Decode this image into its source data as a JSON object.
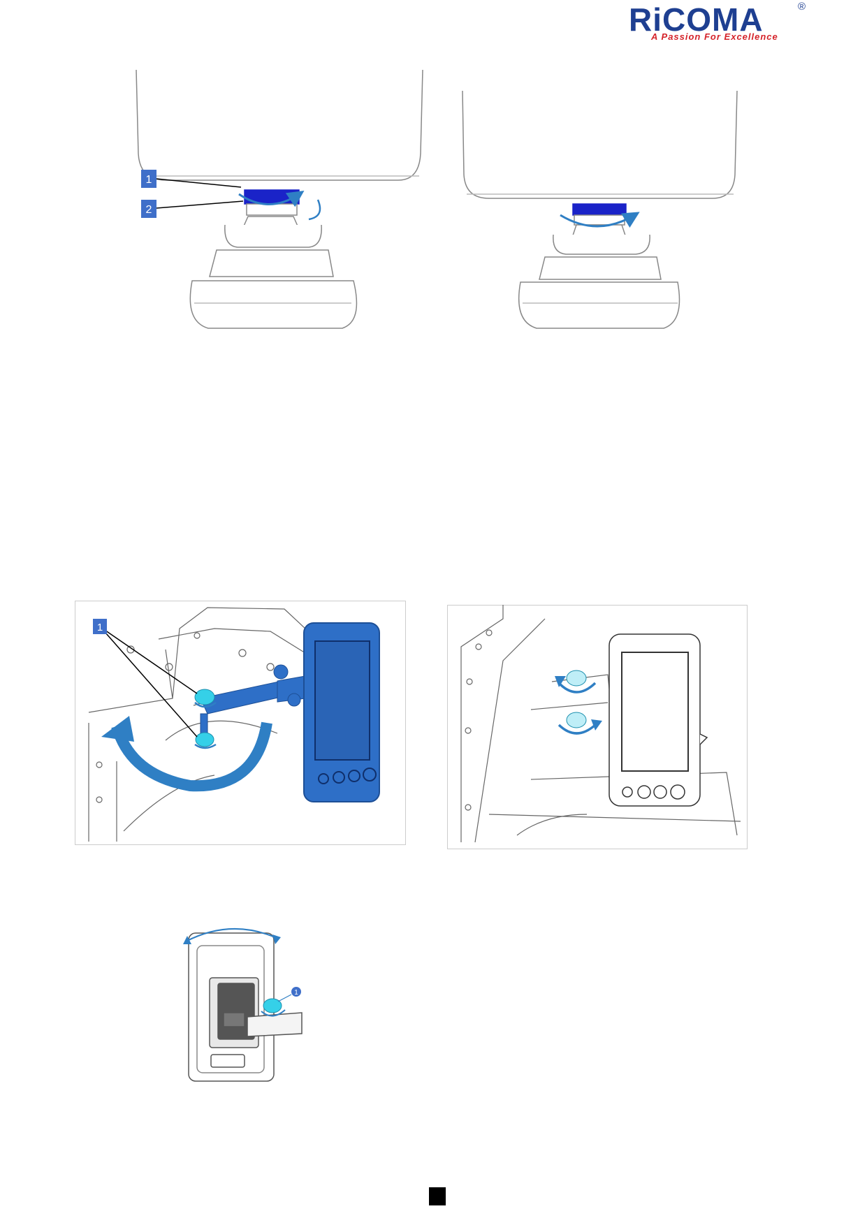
{
  "header": {
    "brand_name": "RiCOMA",
    "registered_mark": "®",
    "tagline": "A Passion For Excellence",
    "brand_blue": "#1e3f91",
    "brand_red": "#d5232a"
  },
  "figure_leveling_foot": {
    "callout_1": "1",
    "callout_2": "2",
    "arrow_color": "#2f7fc4",
    "nut_color": "#1a23c8"
  },
  "figure_controller_arm": {
    "callout_1": "1",
    "panel_color": "#2e6fc7",
    "knob_color": "#35d0e8"
  },
  "figure_controller_back": {
    "callout_1": "1"
  }
}
